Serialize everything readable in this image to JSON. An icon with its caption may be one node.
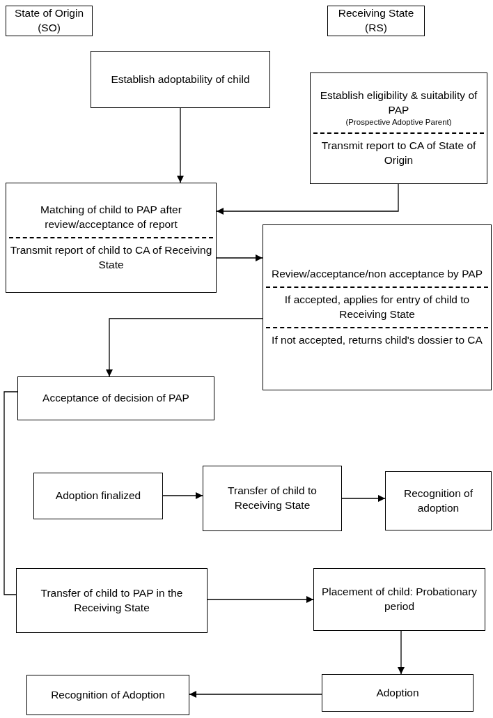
{
  "diagram": {
    "nodes": [
      {
        "text": [
          "State of Origin (SO)"
        ]
      },
      {
        "text": [
          "Receiving State (RS)"
        ]
      },
      {
        "text": [
          "Establish adoptability of child"
        ]
      },
      {
        "text": [
          "Establish eligibility & suitability of PAP",
          "(Prospective Adoptive Parent)",
          "Transmit report to CA of State of Origin"
        ]
      },
      {
        "text": [
          "Matching of child to PAP after review/acceptance of report",
          "Transmit report of child to CA of Receiving State"
        ]
      },
      {
        "text": [
          "Review/acceptance/non acceptance by PAP",
          "If accepted, applies for entry of child to Receiving State",
          "If not accepted, returns child's dossier to CA"
        ]
      },
      {
        "text": [
          "Acceptance of decision of PAP"
        ]
      },
      {
        "text": [
          "Adoption finalized"
        ]
      },
      {
        "text": [
          "Transfer of child to Receiving State"
        ]
      },
      {
        "text": [
          "Recognition of adoption"
        ]
      },
      {
        "text": [
          "Transfer of child to PAP in the Receiving State"
        ]
      },
      {
        "text": [
          "Placement of child: Probationary period"
        ]
      },
      {
        "text": [
          "Adoption"
        ]
      },
      {
        "text": [
          "Recognition of Adoption"
        ]
      }
    ],
    "edges": [
      {
        "from": 2,
        "to": 4,
        "arrow": "to"
      },
      {
        "from": 3,
        "to": 4,
        "arrow": "to"
      },
      {
        "from": 4,
        "to": 5,
        "arrow": "to"
      },
      {
        "from": 5,
        "to": 6,
        "arrow": "to"
      },
      {
        "from": 6,
        "to": 10,
        "arrow": "none"
      },
      {
        "from": 7,
        "to": 8,
        "arrow": "to"
      },
      {
        "from": 8,
        "to": 9,
        "arrow": "to"
      },
      {
        "from": 10,
        "to": 11,
        "arrow": "to"
      },
      {
        "from": 11,
        "to": 12,
        "arrow": "to"
      },
      {
        "from": 12,
        "to": 13,
        "arrow": "to"
      }
    ]
  }
}
